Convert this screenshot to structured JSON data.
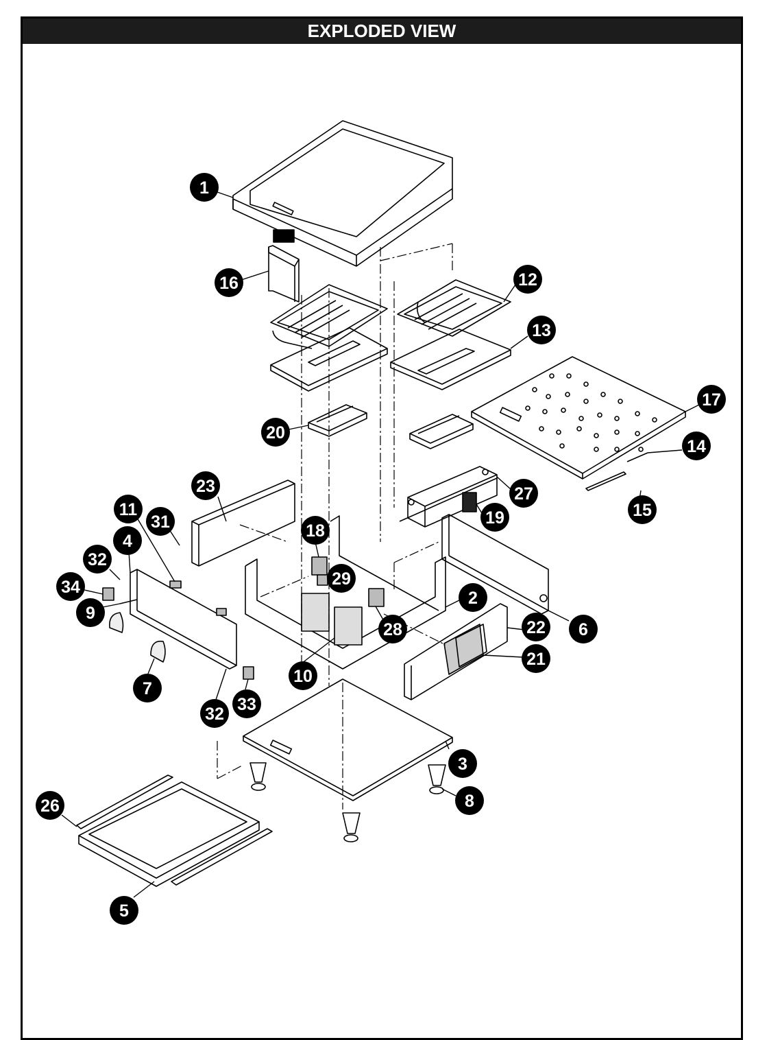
{
  "title": "EXPLODED VIEW",
  "colors": {
    "ink": "#000000",
    "title_bg": "#1c1c1c",
    "paper": "#ffffff"
  },
  "callouts": [
    "1",
    "16",
    "12",
    "13",
    "17",
    "14",
    "20",
    "27",
    "15",
    "19",
    "23",
    "11",
    "31",
    "18",
    "4",
    "32",
    "29",
    "34",
    "2",
    "9",
    "28",
    "22",
    "6",
    "21",
    "10",
    "7",
    "32",
    "33",
    "3",
    "8",
    "26",
    "5"
  ]
}
